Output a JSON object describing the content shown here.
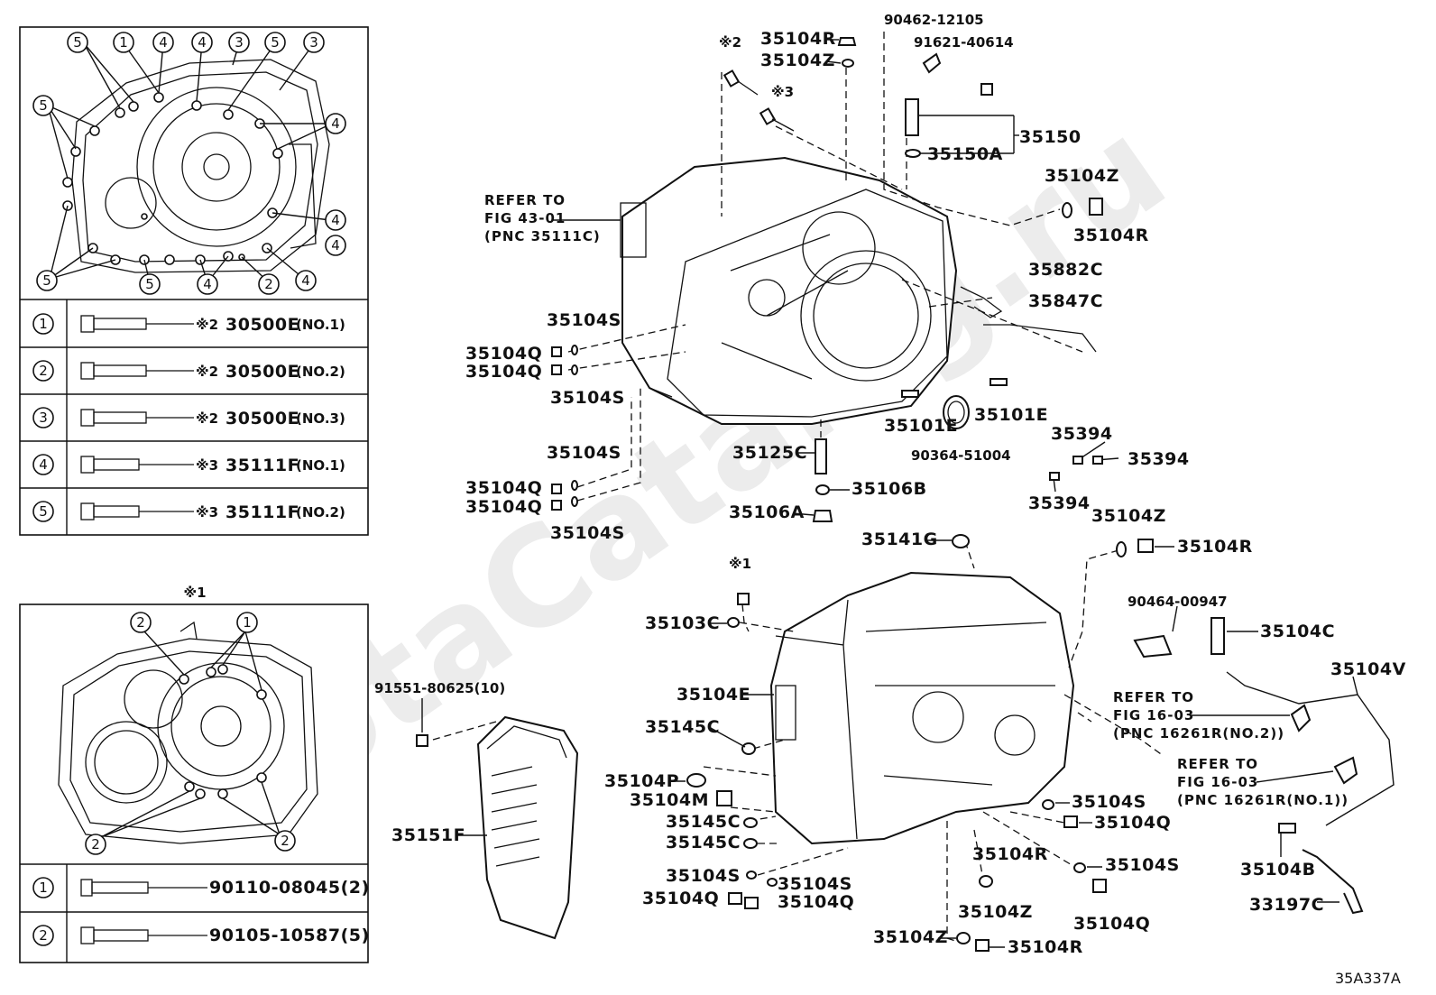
{
  "watermark": "ToyotaCatalog.ru",
  "figure_code": "35A337A",
  "top_box": {
    "circle_labels": [
      "5",
      "1",
      "4",
      "4",
      "3",
      "5",
      "3",
      "5",
      "4",
      "4",
      "4",
      "5",
      "5",
      "4",
      "2",
      "4"
    ],
    "legend": [
      {
        "num": "1",
        "mark": "※2",
        "part": "30500E",
        "note": "(NO.1)"
      },
      {
        "num": "2",
        "mark": "※2",
        "part": "30500E",
        "note": "(NO.2)"
      },
      {
        "num": "3",
        "mark": "※2",
        "part": "30500E",
        "note": "(NO.3)"
      },
      {
        "num": "4",
        "mark": "※3",
        "part": "35111F",
        "note": "(NO.1)"
      },
      {
        "num": "5",
        "mark": "※3",
        "part": "35111F",
        "note": "(NO.2)"
      }
    ]
  },
  "bottom_box": {
    "title": "※1",
    "circle_labels": [
      "2",
      "1",
      "2",
      "2"
    ],
    "legend": [
      {
        "num": "1",
        "part": "90110-08045(2)"
      },
      {
        "num": "2",
        "part": "90105-10587(5)"
      }
    ]
  },
  "refer": {
    "a": {
      "line1": "REFER TO",
      "line2": "FIG 43-01",
      "line3": "(PNC 35111C)"
    },
    "b": {
      "line1": "REFER TO",
      "line2": "FIG 16-03",
      "line3": "(PNC 16261R(NO.2))"
    },
    "c": {
      "line1": "REFER TO",
      "line2": "FIG 16-03",
      "line3": "(PNC 16261R(NO.1))"
    }
  },
  "marks": {
    "m1": "※1",
    "m2": "※2",
    "m3": "※3"
  },
  "labels": {
    "p35104R_a": "35104R",
    "p35104Z_a": "35104Z",
    "p90462": "90462-12105",
    "p91621": "91621-40614",
    "p35150": "35150",
    "p35150A": "35150A",
    "p35104Z_b": "35104Z",
    "p35104R_b": "35104R",
    "p35882C": "35882C",
    "p35847C": "35847C",
    "p35104S_a": "35104S",
    "p35104Q_a": "35104Q",
    "p35104Q_b": "35104Q",
    "p35104S_b": "35104S",
    "p35104S_c": "35104S",
    "p35104Q_c": "35104Q",
    "p35104Q_d": "35104Q",
    "p35104S_d": "35104S",
    "p35101E_a": "35101E",
    "p35101E_b": "35101E",
    "p90364": "90364-51004",
    "p35125C": "35125C",
    "p35106B": "35106B",
    "p35106A": "35106A",
    "p35394_a": "35394",
    "p35394_b": "35394",
    "p35394_c": "35394",
    "p35141G": "35141G",
    "p35104Z_c": "35104Z",
    "p35104R_c": "35104R",
    "p35103C": "35103C",
    "p35104E": "35104E",
    "p35145C_a": "35145C",
    "p90464": "90464-00947",
    "p35104C": "35104C",
    "p35104V": "35104V",
    "p91551": "91551-80625(10)",
    "p35151F": "35151F",
    "p35104P": "35104P",
    "p35104M": "35104M",
    "p35145C_b": "35145C",
    "p35145C_c": "35145C",
    "p35104S_e": "35104S",
    "p35104S_f": "35104S",
    "p35104Q_e": "35104Q",
    "p35104Q_f": "35104Q",
    "p35104S_g": "35104S",
    "p35104Q_g": "35104Q",
    "p35104S_h": "35104S",
    "p35104R_d": "35104R",
    "p35104Z_d": "35104Z",
    "p35104Q_h": "35104Q",
    "p35104Z_e": "35104Z",
    "p35104R_e": "35104R",
    "p35104B": "35104B",
    "p33197C": "33197C"
  }
}
